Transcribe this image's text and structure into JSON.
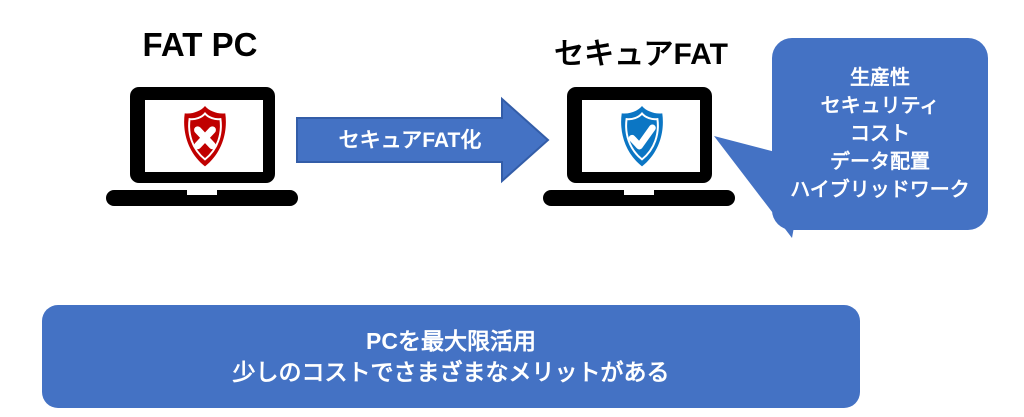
{
  "diagram": {
    "fat_pc": {
      "title": "FAT PC"
    },
    "secure_fat": {
      "title": "セキュアFAT"
    },
    "arrow": {
      "label": "セキュアFAT化"
    },
    "benefits": {
      "items": [
        "生産性",
        "セキュリティ",
        "コスト",
        "データ配置",
        "ハイブリッドワーク"
      ]
    },
    "banner": {
      "line1": "PCを最大限活用",
      "line2": "少しのコストでさまざまなメリットがある"
    },
    "colors": {
      "primary_blue": "#4472C4",
      "arrow_border_blue": "#335DA8",
      "shield_blue": "#0B76C4",
      "shield_red": "#C00000",
      "laptop_black": "#000000",
      "text_white": "#FFFFFF",
      "title_black": "#000000"
    }
  }
}
